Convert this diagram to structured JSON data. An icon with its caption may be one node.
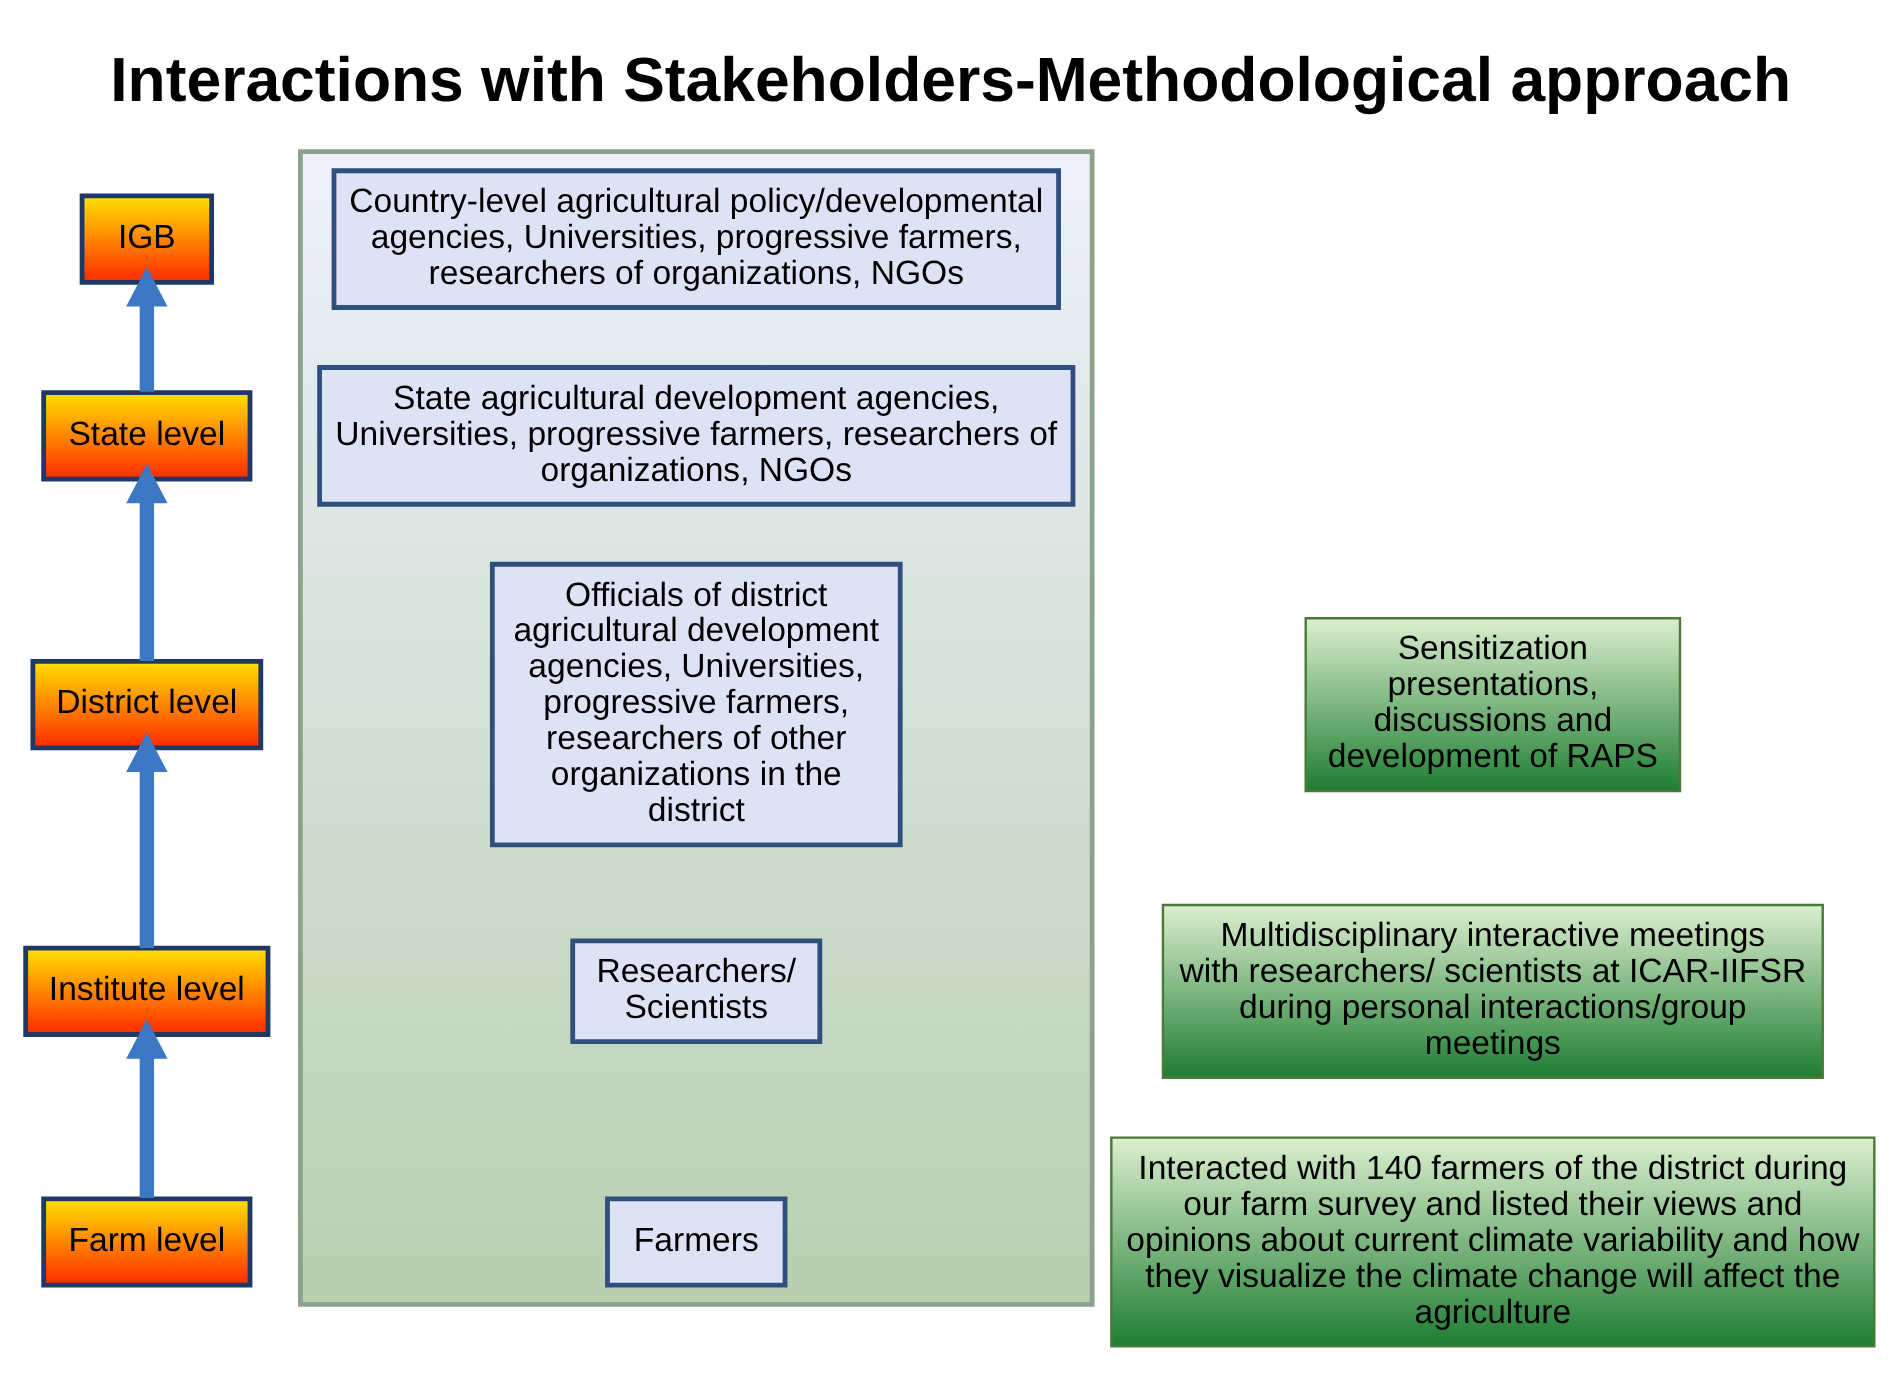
{
  "diagram": {
    "title": "Interactions with Stakeholders-Methodological approach",
    "nodes": [
      {
        "text": [
          "IGB"
        ]
      },
      {
        "text": [
          "State level"
        ]
      },
      {
        "text": [
          "District level"
        ]
      },
      {
        "text": [
          "Institute level"
        ]
      },
      {
        "text": [
          "Farm level"
        ]
      },
      {
        "text": [],
        "shape": "triangle"
      },
      {
        "text": [
          "Country-level agricultural policy/developmental agencies, Universities, progressive farmers, researchers of organizations, NGOs"
        ],
        "in": 5
      },
      {
        "text": [
          "State agricultural development agencies, Universities, progressive farmers, researchers of organizations, NGOs"
        ],
        "in": 5
      },
      {
        "text": [
          "Officials of district agricultural development agencies, Universities, progressive farmers, researchers of other organizations in the district"
        ],
        "in": 5
      },
      {
        "text": [
          "Researchers/ Scientists"
        ],
        "in": 5
      },
      {
        "text": [
          "Farmers"
        ],
        "in": 5
      },
      {
        "text": [
          "Sensitization presentations, discussions and development of RAPS"
        ]
      },
      {
        "text": [
          "Multidisciplinary interactive meetings with researchers/ scientists at ICAR-IIFSR during personal interactions/group meetings"
        ]
      },
      {
        "text": [
          "Interacted with 140 farmers of the district during our farm survey and listed their views and opinions about current climate variability and how they visualize the climate change will affect the agriculture"
        ]
      }
    ],
    "edges": [
      {
        "from": 4,
        "to": 3,
        "arrow": "to"
      },
      {
        "from": 3,
        "to": 2,
        "arrow": "to"
      },
      {
        "from": 2,
        "to": 1,
        "arrow": "to"
      },
      {
        "from": 1,
        "to": 0,
        "arrow": "to"
      }
    ]
  }
}
